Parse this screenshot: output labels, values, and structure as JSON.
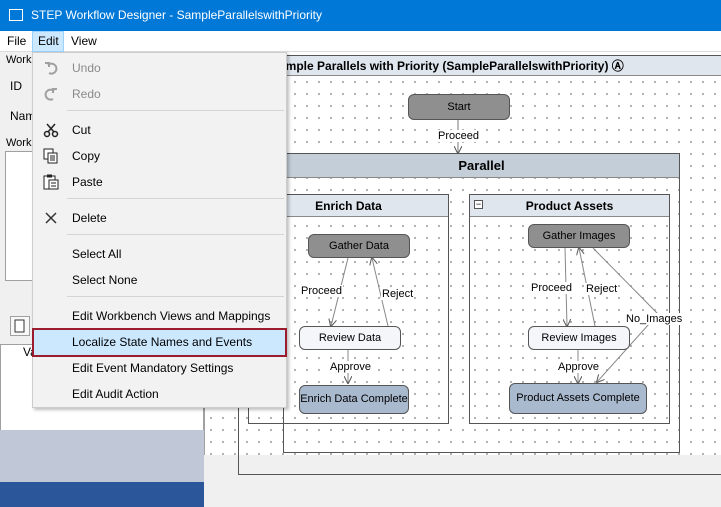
{
  "window": {
    "title": "STEP Workflow Designer - SampleParallelswithPriority"
  },
  "menubar": {
    "file": "File",
    "edit": "Edit",
    "view": "View"
  },
  "left_panel": {
    "group_label": "Work",
    "id_label": "ID",
    "name_label": "Nam",
    "workflow_label": "Work",
    "column_label": "Va"
  },
  "edit_menu": {
    "undo": "Undo",
    "redo": "Redo",
    "cut": "Cut",
    "copy": "Copy",
    "paste": "Paste",
    "delete": "Delete",
    "select_all": "Select All",
    "select_none": "Select None",
    "edit_views": "Edit Workbench Views and Mappings",
    "localize": "Localize State Names and Events",
    "edit_event_mandatory": "Edit Event Mandatory Settings",
    "edit_audit": "Edit Audit Action"
  },
  "diagram": {
    "title": "ample Parallels with Priority (SampleParallelswithPriority) Ⓐ",
    "start": "Start",
    "proceed_1": "Proceed",
    "parallel": "Parallel",
    "enrich": {
      "title": "Enrich Data",
      "gather": "Gather Data",
      "proceed": "Proceed",
      "reject": "Reject",
      "review": "Review Data",
      "approve": "Approve",
      "complete": "Enrich Data Complete"
    },
    "assets": {
      "title": "Product Assets",
      "gather": "Gather Images",
      "proceed": "Proceed",
      "reject": "Reject",
      "no_images": "No_Images",
      "review": "Review Images",
      "approve": "Approve",
      "complete": "Product Assets Complete"
    }
  }
}
